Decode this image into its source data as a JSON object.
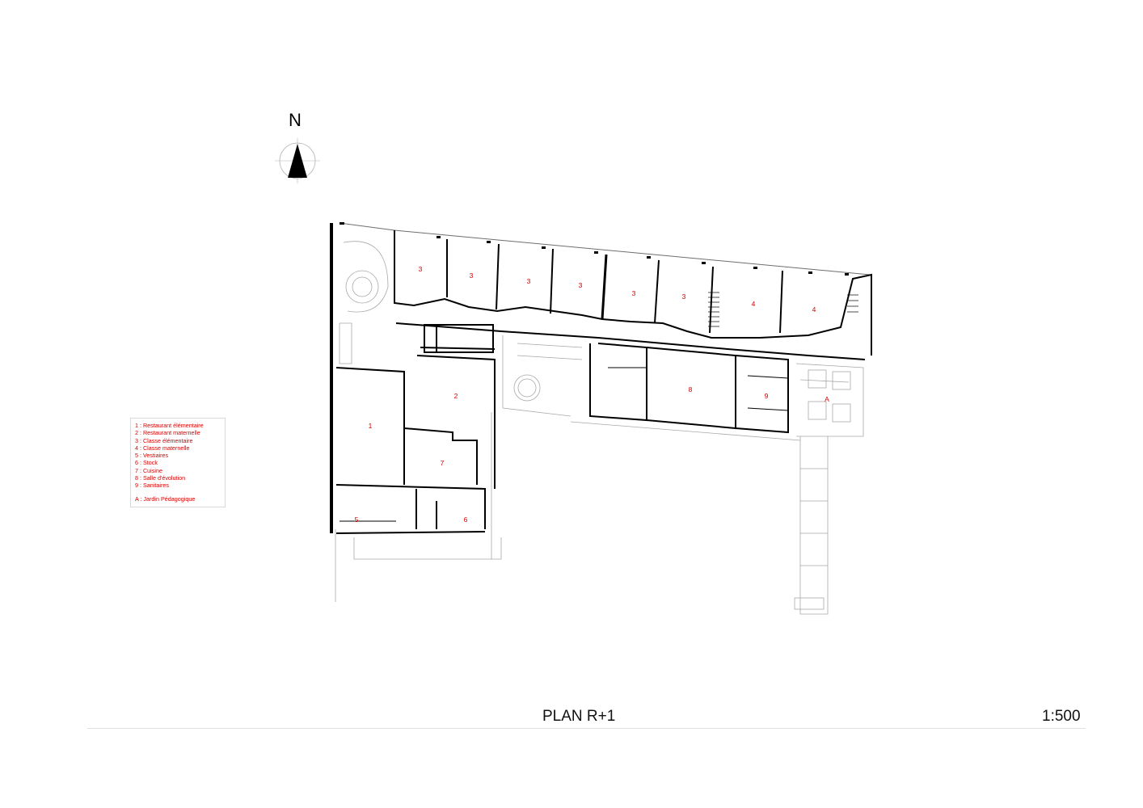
{
  "north": {
    "letter": "N"
  },
  "legend": {
    "items": [
      "1 : Restaurant élémentaire",
      "2 : Restaurant maternelle",
      "3 : Classe élémentaire",
      "4 : Classe maternelle",
      "5 : Vestiaires",
      "6 :  Stock",
      "7 : Cuisine",
      "8 : Salle d'évolution",
      "9 : Sanitaires"
    ],
    "garden": "A :  Jardin Pédagogique"
  },
  "rooms": {
    "r1": "1",
    "r2": "2",
    "c3a": "3",
    "c3b": "3",
    "c3c": "3",
    "c3d": "3",
    "c3e": "3",
    "c3f": "3",
    "c4a": "4",
    "c4b": "4",
    "r5": "5",
    "r6": "6",
    "r7": "7",
    "r8": "8",
    "r9": "9",
    "rA": "A"
  },
  "footer": {
    "title": "PLAN R+1",
    "scale": "1:500"
  },
  "colors": {
    "label": "#d40000",
    "wall": "#000000",
    "line": "#9a9a9a"
  }
}
